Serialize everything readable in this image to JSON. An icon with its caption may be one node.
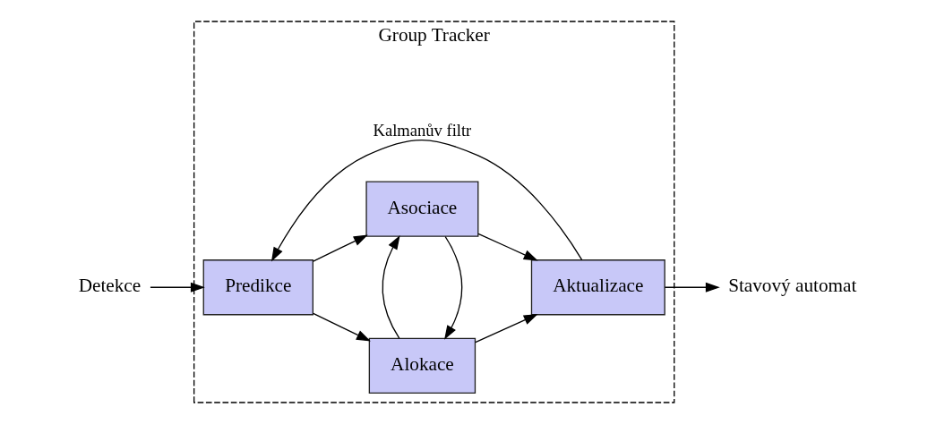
{
  "diagram": {
    "nodes": [
      {
        "text": [
          "Group Tracker"
        ]
      },
      {
        "text": [
          "Detekce"
        ]
      },
      {
        "text": [
          "Predikce"
        ],
        "in": 0
      },
      {
        "text": [
          "Alokace"
        ],
        "in": 0
      },
      {
        "text": [
          "Asociace"
        ],
        "in": 0
      },
      {
        "text": [
          "Aktualizace"
        ],
        "in": 0
      },
      {
        "text": [
          "Stavový automat"
        ]
      }
    ],
    "edges": [
      {
        "from": 1,
        "to": 2,
        "arrow": "to"
      },
      {
        "from": 2,
        "to": 3,
        "arrow": "to"
      },
      {
        "from": 2,
        "to": 4,
        "arrow": "to"
      },
      {
        "from": 4,
        "to": 3,
        "arrow": "to"
      },
      {
        "from": 3,
        "to": 4,
        "arrow": "to"
      },
      {
        "from": 3,
        "to": 5,
        "arrow": "to"
      },
      {
        "from": 4,
        "to": 5,
        "arrow": "to"
      },
      {
        "from": 5,
        "to": 6,
        "arrow": "to"
      },
      {
        "from": 5,
        "to": 2,
        "arrow": "to",
        "label": "Kalmanův filtr"
      }
    ]
  }
}
